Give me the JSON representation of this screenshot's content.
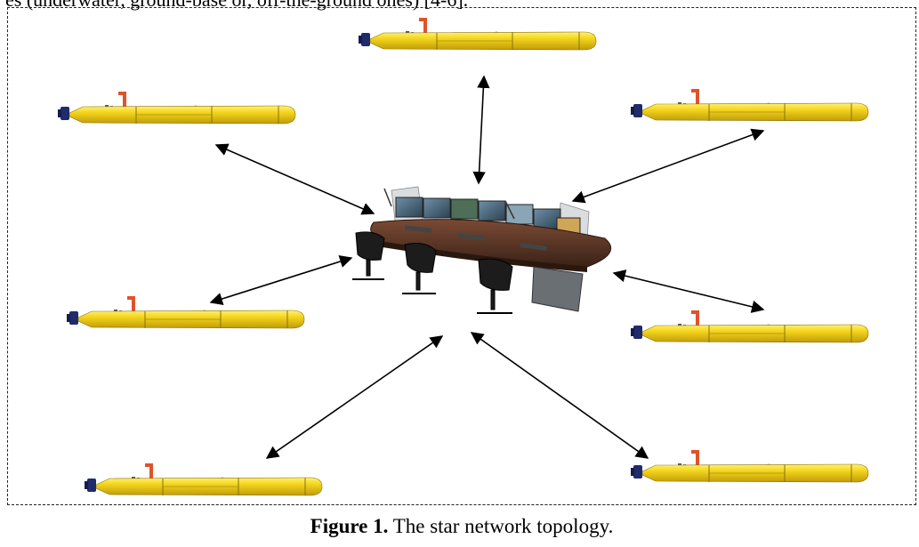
{
  "intro_text": "es (underwater, ground-base or, off-the-ground ones) [4-6].",
  "figure": {
    "label": "Figure 1.",
    "caption": " The star network topology."
  },
  "nodes": {
    "central": "control-station",
    "vehicles": [
      "auv-top",
      "auv-top-left",
      "auv-top-right",
      "auv-mid-left",
      "auv-mid-right",
      "auv-bottom-left",
      "auv-bottom-right"
    ]
  },
  "colors": {
    "vehicle_body": "#f2d21c",
    "vehicle_shade": "#c9a80b",
    "propeller": "#1f2b6b",
    "mast": "#e0532a",
    "arrow": "#000000"
  }
}
